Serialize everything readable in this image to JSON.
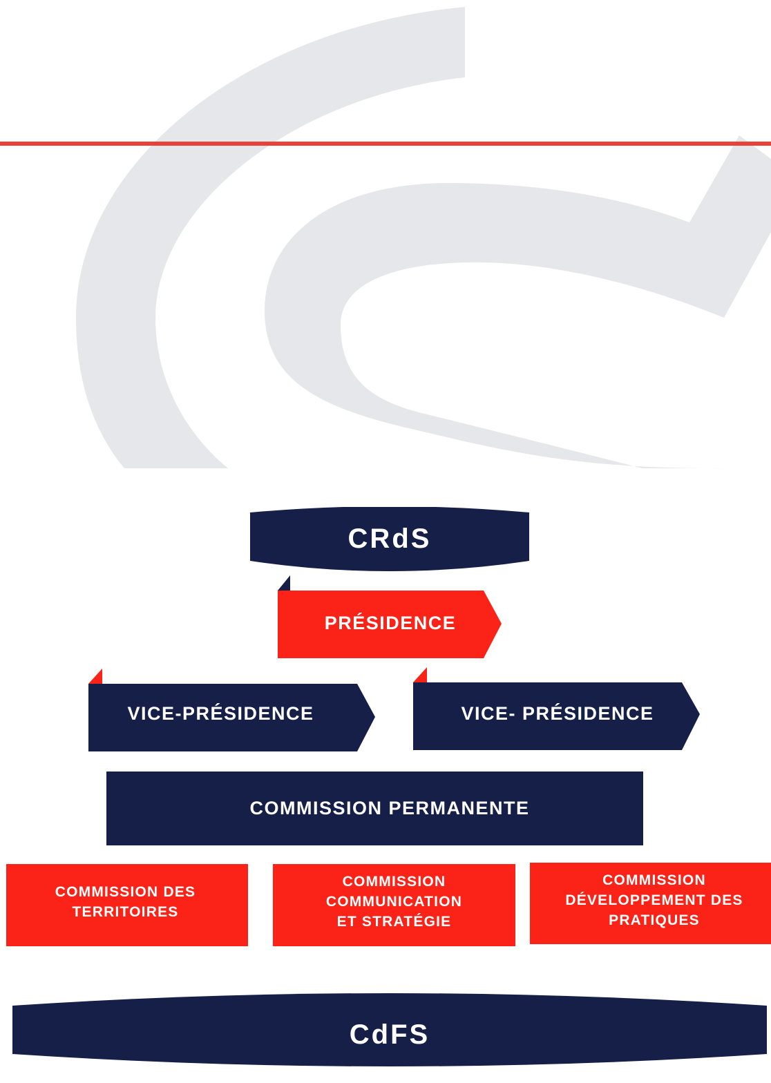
{
  "colors": {
    "navy": "#161f48",
    "red": "#fb2317",
    "red_line": "#e8433a",
    "watermark": "#e6e7eb",
    "text": "#ffffff"
  },
  "watermark": {
    "icon": "cs-logo-watermark"
  },
  "org_chart": {
    "top": "CRdS",
    "presidence": "PRÉSIDENCE",
    "vice_presidence_left": "VICE-PRÉSIDENCE",
    "vice_presidence_right": "VICE- PRÉSIDENCE",
    "commission_permanente": "COMMISSION PERMANENTE",
    "commissions": [
      "COMMISSION DES\nTERRITOIRES",
      "COMMISSION\nCOMMUNICATION\nET STRATÉGIE",
      "COMMISSION\nDÉVELOPPEMENT DES\nPRATIQUES"
    ],
    "bottom": "CdFS"
  }
}
